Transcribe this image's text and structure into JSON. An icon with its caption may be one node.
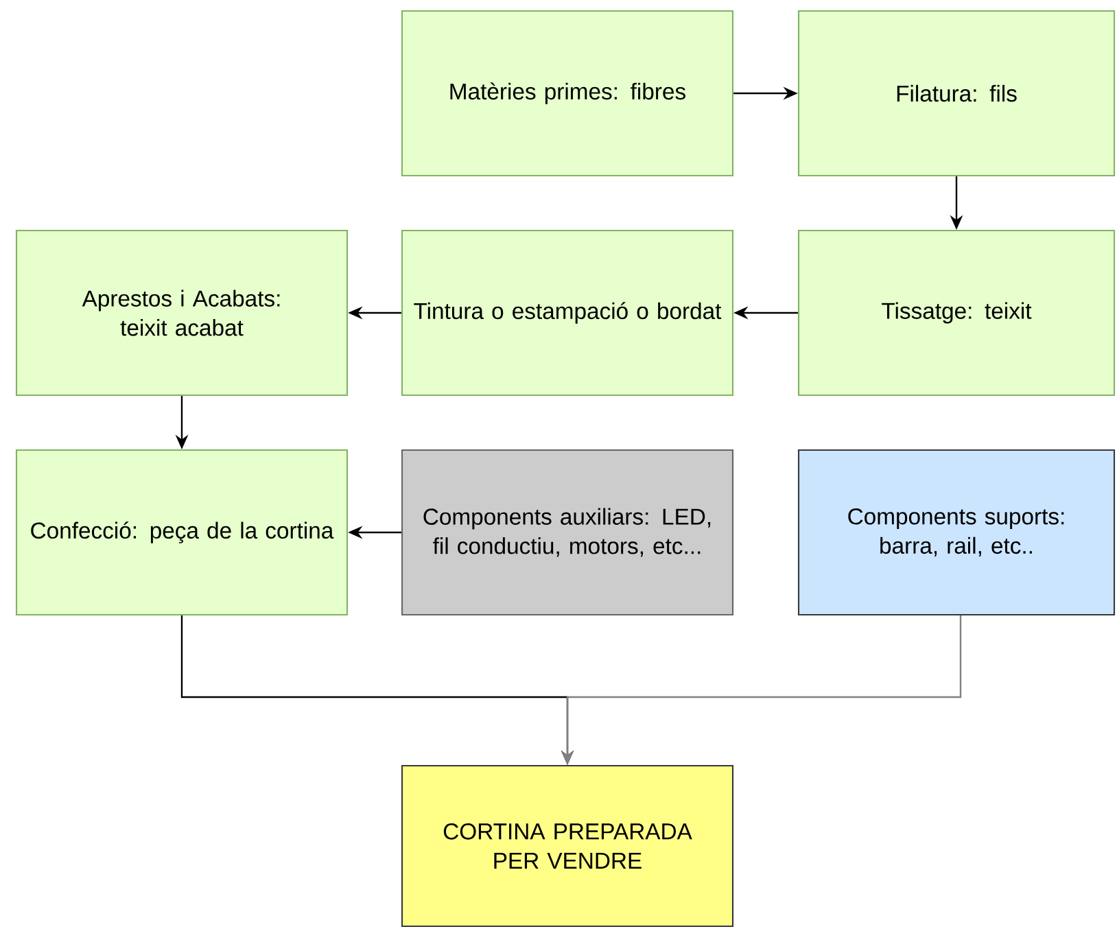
{
  "diagram": {
    "nodes": [
      {
        "text": [
          "Matèries primes: fibres"
        ]
      },
      {
        "text": [
          "Filatura: fils"
        ]
      },
      {
        "text": [
          "Tissatge: teixit"
        ]
      },
      {
        "text": [
          "Tintura o estampació o bordat"
        ]
      },
      {
        "text": [
          "Aprestos i Acabats: teixit acabat"
        ]
      },
      {
        "text": [
          "Confecció: peça de la cortina"
        ]
      },
      {
        "text": [
          "Components auxiliars: LED, fil conductiu, motors, etc..."
        ]
      },
      {
        "text": [
          "Components suports: barra, rail, etc.."
        ]
      },
      {
        "text": [
          "CORTINA PREPARADA PER VENDRE"
        ]
      }
    ],
    "edges": [
      {
        "from": 0,
        "to": 1,
        "arrow": "to"
      },
      {
        "from": 1,
        "to": 2,
        "arrow": "to"
      },
      {
        "from": 2,
        "to": 3,
        "arrow": "to"
      },
      {
        "from": 3,
        "to": 4,
        "arrow": "to"
      },
      {
        "from": 4,
        "to": 5,
        "arrow": "to"
      },
      {
        "from": 6,
        "to": 5,
        "arrow": "to"
      },
      {
        "from": 5,
        "to": 8,
        "arrow": "to"
      },
      {
        "from": 7,
        "to": 8,
        "arrow": "to",
        "color": "#808080"
      }
    ]
  }
}
